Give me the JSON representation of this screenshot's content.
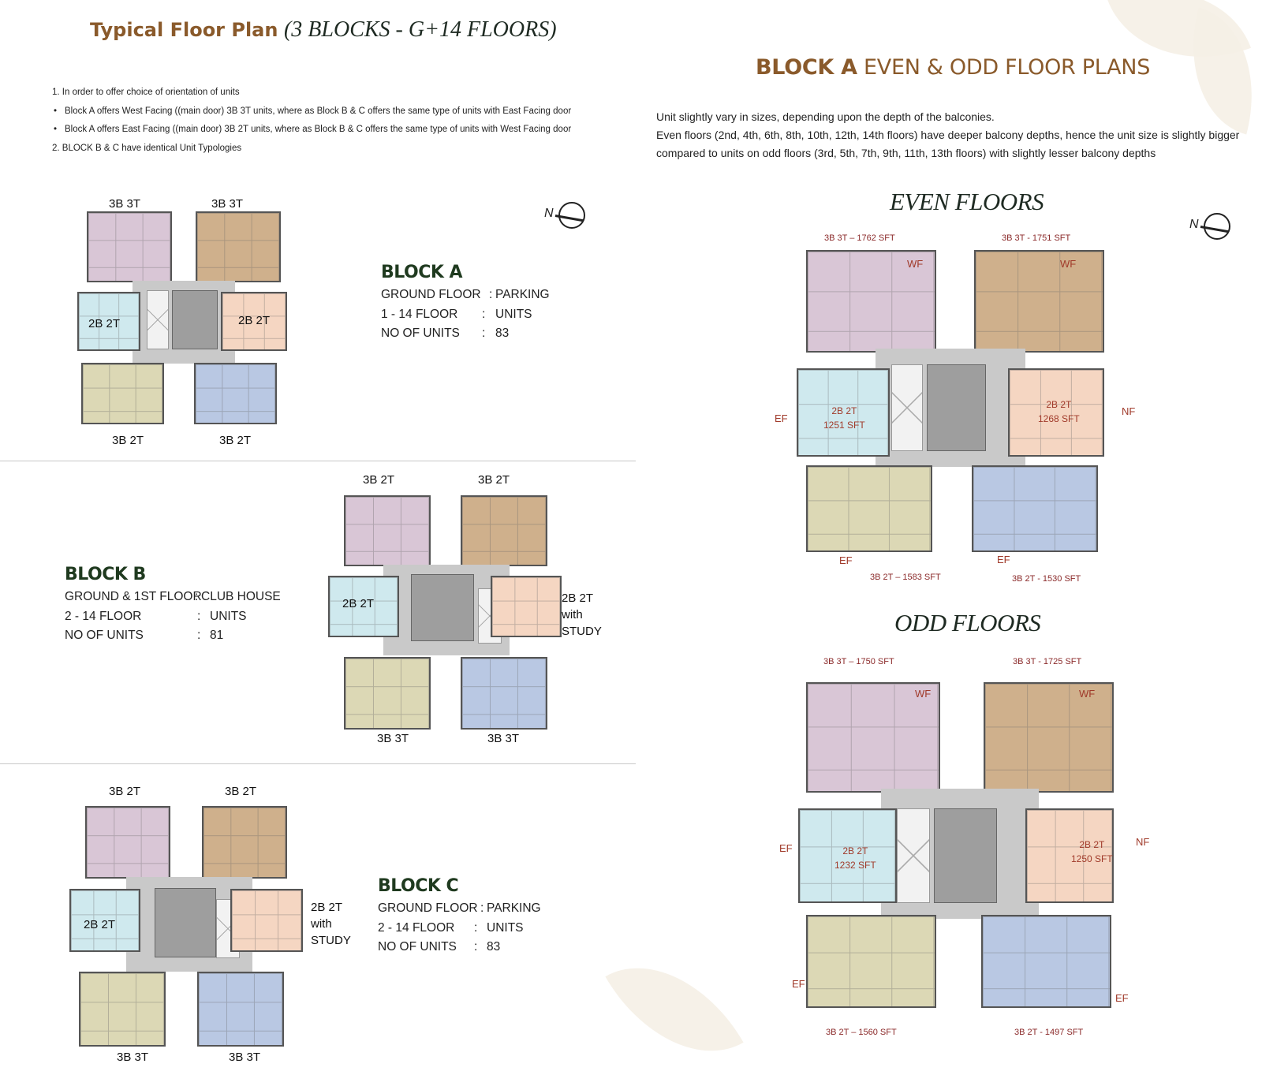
{
  "left_page": {
    "title_bold": "Typical Floor Plan",
    "title_italic": "(3 BLOCKS - G+14 FLOORS)",
    "notes": [
      {
        "type": "numbered",
        "text": "1. In order to offer choice of orientation of units"
      },
      {
        "type": "bullet",
        "text": "Block A offers West Facing ((main door) 3B 3T units, where as Block B & C offers the same type of units with East Facing door"
      },
      {
        "type": "bullet",
        "text": "Block A offers East Facing ((main door) 3B 2T units, where as Block B & C offers the same type of units with West Facing door"
      },
      {
        "type": "numbered",
        "text": "2. BLOCK B & C have identical Unit Typologies"
      }
    ],
    "compass_label": "N",
    "blocks": {
      "a": {
        "title": "BLOCK A",
        "rows": [
          {
            "key": "GROUND FLOOR",
            "sep": ":",
            "value": "PARKING"
          },
          {
            "key": "1 - 14 FLOOR",
            "sep": ":",
            "value": "UNITS"
          },
          {
            "key": "NO OF UNITS",
            "sep": ":",
            "value": "83"
          }
        ],
        "units": {
          "top_left": "3B 3T",
          "top_right": "3B 3T",
          "mid_left": "2B 2T",
          "mid_right": "2B 2T",
          "bottom_left": "3B 2T",
          "bottom_right": "3B 2T"
        }
      },
      "b": {
        "title": "BLOCK B",
        "rows": [
          {
            "key": "GROUND & 1ST FLOOR",
            "sep": ":",
            "value": "CLUB HOUSE"
          },
          {
            "key": "2 - 14 FLOOR",
            "sep": ":",
            "value": "UNITS"
          },
          {
            "key": "NO OF UNITS",
            "sep": ":",
            "value": "81"
          }
        ],
        "units": {
          "top_left": "3B 2T",
          "top_right": "3B 2T",
          "mid_left": "2B 2T",
          "mid_right": "2B 2T with STUDY",
          "bottom_left": "3B 3T",
          "bottom_right": "3B 3T"
        }
      },
      "c": {
        "title": "BLOCK C",
        "rows": [
          {
            "key": "GROUND FLOOR",
            "sep": ":",
            "value": "PARKING"
          },
          {
            "key": "2 - 14 FLOOR",
            "sep": ":",
            "value": "UNITS"
          },
          {
            "key": "NO OF UNITS",
            "sep": ":",
            "value": "83"
          }
        ],
        "units": {
          "top_left": "3B 2T",
          "top_right": "3B 2T",
          "mid_left": "2B 2T",
          "mid_right": "2B 2T with STUDY",
          "bottom_left": "3B 3T",
          "bottom_right": "3B 3T"
        }
      }
    }
  },
  "right_page": {
    "title_bold": "BLOCK A",
    "title_rest": "EVEN & ODD FLOOR PLANS",
    "desc_line1": "Unit slightly vary in sizes, depending upon the depth of the balconies.",
    "desc_line2": "Even floors (2nd, 4th, 6th, 8th, 10th, 12th, 14th floors) have deeper balcony depths, hence the unit size is slightly bigger compared to units on odd floors (3rd, 5th, 7th, 9th, 11th, 13th floors) with slightly lesser balcony depths",
    "compass_label": "N",
    "even": {
      "title": "EVEN FLOORS",
      "top_left": "3B 3T – 1762 SFT",
      "top_right": "3B 3T  - 1751 SFT",
      "mid_left_type": "2B 2T",
      "mid_left_size": "1251 SFT",
      "mid_right_type": "2B 2T",
      "mid_right_size": "1268 SFT",
      "bottom_left": "3B 2T – 1583 SFT",
      "bottom_right": "3B 2T  - 1530 SFT",
      "dirs": {
        "wf1": "WF",
        "wf2": "WF",
        "ef_mid": "EF",
        "nf": "NF",
        "ef_bl": "EF",
        "ef_br": "EF"
      }
    },
    "odd": {
      "title": "ODD FLOORS",
      "top_left": "3B 3T – 1750 SFT",
      "top_right": "3B 3T  - 1725 SFT",
      "mid_left_type": "2B 2T",
      "mid_left_size": "1232 SFT",
      "mid_right_type": "2B 2T",
      "mid_right_size": "1250 SFT",
      "bottom_left": "3B 2T – 1560 SFT",
      "bottom_right": "3B 2T  - 1497 SFT",
      "dirs": {
        "wf1": "WF",
        "wf2": "WF",
        "ef_mid": "EF",
        "nf": "NF",
        "ef_bl": "EF",
        "ef_br": "EF"
      }
    }
  }
}
